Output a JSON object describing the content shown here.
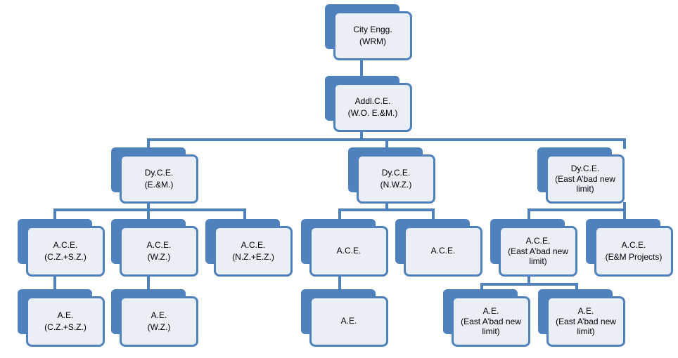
{
  "org_chart": {
    "city_engg": {
      "line1": "City Engg.",
      "line2": "(WRM)"
    },
    "addl_ce": {
      "line1": "Addl.C.E.",
      "line2": "(W.O. E.&M.)"
    },
    "dyce_em": {
      "line1": "Dy.C.E.",
      "line2": "(E.&M.)"
    },
    "dyce_nwz": {
      "line1": "Dy.C.E.",
      "line2": "(N.W.Z.)"
    },
    "dyce_east": {
      "line1": "Dy.C.E.",
      "line2": "(East A’bad new",
      "line3": "limit)"
    },
    "ace_czsz": {
      "line1": "A.C.E.",
      "line2": "(C.Z.+S.Z.)"
    },
    "ace_wz": {
      "line1": "A.C.E.",
      "line2": "(W.Z.)"
    },
    "ace_nzez": {
      "line1": "A.C.E.",
      "line2": "(N.Z.+E.Z.)"
    },
    "ace_nwz_1": {
      "line1": "A.C.E."
    },
    "ace_nwz_2": {
      "line1": "A.C.E."
    },
    "ace_east": {
      "line1": "A.C.E.",
      "line2": "(East A’bad new",
      "line3": "limit)"
    },
    "ace_emproj": {
      "line1": "A.C.E.",
      "line2": "(E&M Projects)"
    },
    "ae_czsz": {
      "line1": "A.E.",
      "line2": "(C.Z.+S.Z.)"
    },
    "ae_wz": {
      "line1": "A.E.",
      "line2": "(W.Z.)"
    },
    "ae_nwz": {
      "line1": "A.E."
    },
    "ae_east_1": {
      "line1": "A.E.",
      "line2": "(East A’bad new",
      "line3": "limit)"
    },
    "ae_east_2": {
      "line1": "A.E.",
      "line2": "(East A’bad new",
      "line3": "limit)"
    }
  },
  "colors": {
    "accent": "#4f81bd",
    "box_fill": "#e9eef7"
  }
}
